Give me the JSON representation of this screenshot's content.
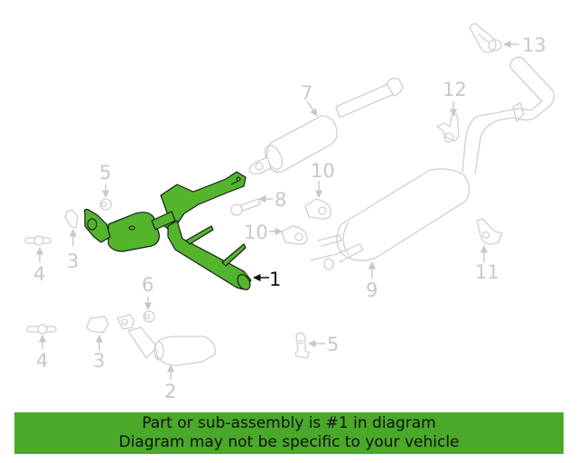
{
  "diagram": {
    "title": "Exhaust system parts diagram",
    "highlight_color": "#52b52c",
    "callouts": [
      {
        "id": "1",
        "label": "1",
        "highlighted": true
      },
      {
        "id": "2",
        "label": "2"
      },
      {
        "id": "3a",
        "label": "3"
      },
      {
        "id": "3b",
        "label": "3"
      },
      {
        "id": "4a",
        "label": "4"
      },
      {
        "id": "4b",
        "label": "4"
      },
      {
        "id": "5a",
        "label": "5"
      },
      {
        "id": "5b",
        "label": "5"
      },
      {
        "id": "6",
        "label": "6"
      },
      {
        "id": "7",
        "label": "7"
      },
      {
        "id": "8",
        "label": "8"
      },
      {
        "id": "9",
        "label": "9"
      },
      {
        "id": "10a",
        "label": "10"
      },
      {
        "id": "10b",
        "label": "10"
      },
      {
        "id": "11",
        "label": "11"
      },
      {
        "id": "12",
        "label": "12"
      },
      {
        "id": "13",
        "label": "13"
      }
    ]
  },
  "banner": {
    "background": "#4aa82a",
    "line1": "Part or sub-assembly is #1 in diagram",
    "line2": "Diagram may not be specific to your vehicle"
  }
}
